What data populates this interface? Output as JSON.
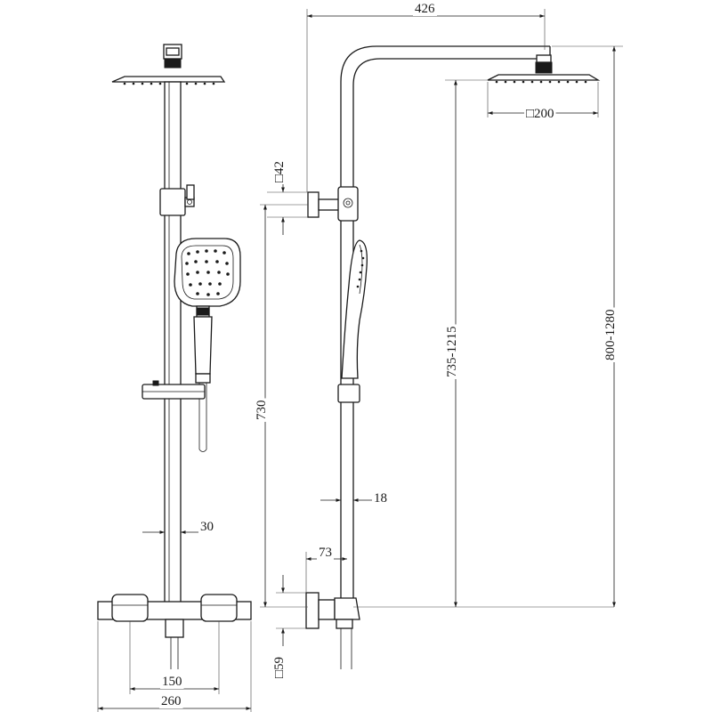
{
  "dimensions": {
    "arm_reach": "426",
    "wall_bracket": "□42",
    "head_size": "□200",
    "bar_height": "730",
    "adjust_range": "735-1215",
    "total_height": "800-1280",
    "pipe_diameter_side": "18",
    "pipe_diameter_front": "30",
    "mixer_depth": "73",
    "mixer_connector": "□59",
    "mixer_centers": "150",
    "mixer_width": "260"
  }
}
